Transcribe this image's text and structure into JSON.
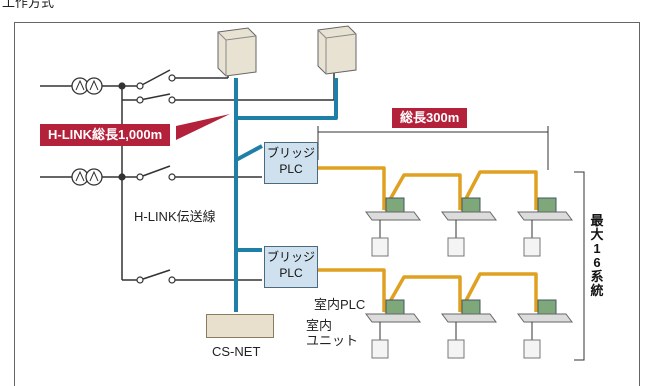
{
  "header": {
    "clipped_title": "工作方式"
  },
  "callouts": {
    "hlink_total": "H-LINK総長1,000m",
    "span_total": "総長300m"
  },
  "labels": {
    "bridge_plc_1": "ブリッジ\nPLC",
    "bridge_plc_2": "ブリッジ\nPLC",
    "hlink_line": "H-LINK伝送線",
    "indoor_plc": "室内PLC",
    "indoor_unit": "室内\nユニット",
    "csnet": "CS-NET",
    "max_systems": "最大16系統"
  },
  "colors": {
    "hlink_line": "#1f7fa6",
    "plc_line": "#e0a020",
    "callout": "#b3213a",
    "power_line": "#333333"
  }
}
